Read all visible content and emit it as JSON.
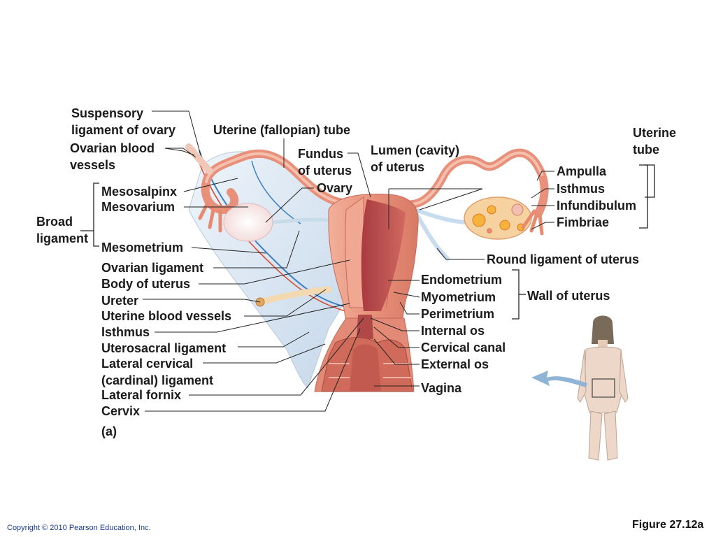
{
  "labels": {
    "suspensory_1": "Suspensory",
    "suspensory_2": "ligament of ovary",
    "ovarian_vessels_1": "Ovarian blood",
    "ovarian_vessels_2": "vessels",
    "uterine_tube_top": "Uterine (fallopian) tube",
    "fundus_1": "Fundus",
    "fundus_2": "of uterus",
    "ovary": "Ovary",
    "lumen_1": "Lumen (cavity)",
    "lumen_2": "of uterus",
    "uterine_tube_r1": "Uterine",
    "uterine_tube_r2": "tube",
    "ampulla": "Ampulla",
    "isthmus_tube": "Isthmus",
    "infundibulum": "Infundibulum",
    "fimbriae": "Fimbriae",
    "mesosalpinx": "Mesosalpinx",
    "mesovarium": "Mesovarium",
    "broad_1": "Broad",
    "broad_2": "ligament",
    "mesometrium": "Mesometrium",
    "ovarian_ligament": "Ovarian ligament",
    "body_uterus": "Body of uterus",
    "ureter": "Ureter",
    "uterine_vessels": "Uterine blood vessels",
    "isthmus_uterus": "Isthmus",
    "uterosacral": "Uterosacral ligament",
    "lateral_cervical_1": "Lateral cervical",
    "lateral_cervical_2": "(cardinal) ligament",
    "lateral_fornix": "Lateral fornix",
    "cervix": "Cervix",
    "round_ligament": "Round ligament of uterus",
    "endometrium": "Endometrium",
    "myometrium": "Myometrium",
    "perimetrium": "Perimetrium",
    "wall_uterus": "Wall of uterus",
    "internal_os": "Internal os",
    "cervical_canal": "Cervical canal",
    "external_os": "External os",
    "vagina": "Vagina",
    "part": "(a)"
  },
  "footer": {
    "copyright": "Copyright © 2010 Pearson Education, Inc.",
    "figure": "Figure 27.12a"
  },
  "colors": {
    "tissue": "#e8907a",
    "tissue_dark": "#c85a4a",
    "ligament": "#d8e6f2",
    "vessel_blue": "#3b7fc4",
    "vessel_red": "#d84a30",
    "arrow": "#8fb4d6"
  }
}
